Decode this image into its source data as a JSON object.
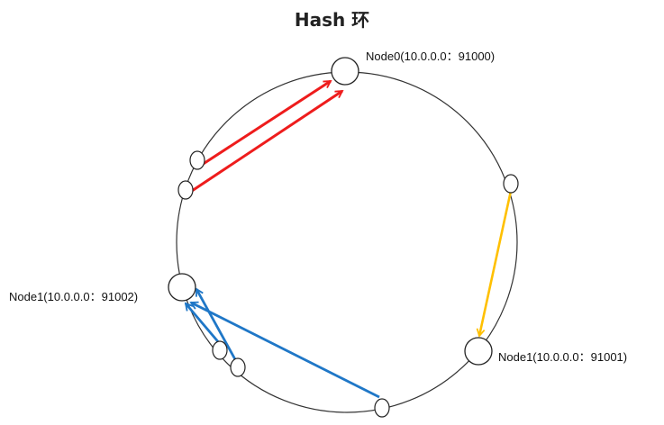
{
  "title": "Hash 环",
  "nodes": [
    {
      "id": "node0",
      "label": "Node0(10.0.0.0：91000)"
    },
    {
      "id": "node1-right",
      "label": "Node1(10.0.0.0：91001)"
    },
    {
      "id": "node1-left",
      "label": "Node1(10.0.0.0：91002)"
    }
  ],
  "colors": {
    "ring": "#333333",
    "to_node0": "#ee1c1c",
    "to_node1_right": "#ffc000",
    "to_node1_left": "#1f77c7"
  }
}
